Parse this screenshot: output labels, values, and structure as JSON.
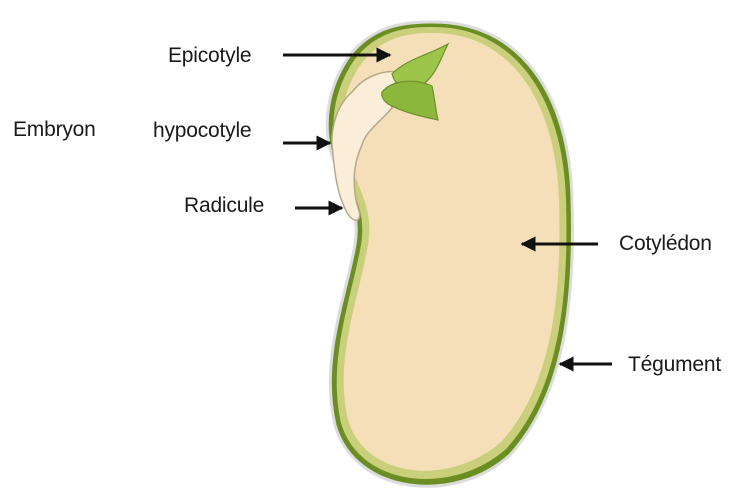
{
  "labels": {
    "embryon": "Embryon",
    "epicotyle": "Epicotyle",
    "hypocotyle": "hypocotyle",
    "radicule": "Radicule",
    "cotyledon": "Cotylédon",
    "tegument": "Tégument"
  },
  "colors": {
    "cotyledon_fill": "#f4dfb8",
    "tegument_outer": "#6b8e23",
    "tegument_inner": "#c9cf7a",
    "embryo_fill": "#fbeed8",
    "epicotyle_leaf": "#9cc54a",
    "arrow": "#111111"
  }
}
